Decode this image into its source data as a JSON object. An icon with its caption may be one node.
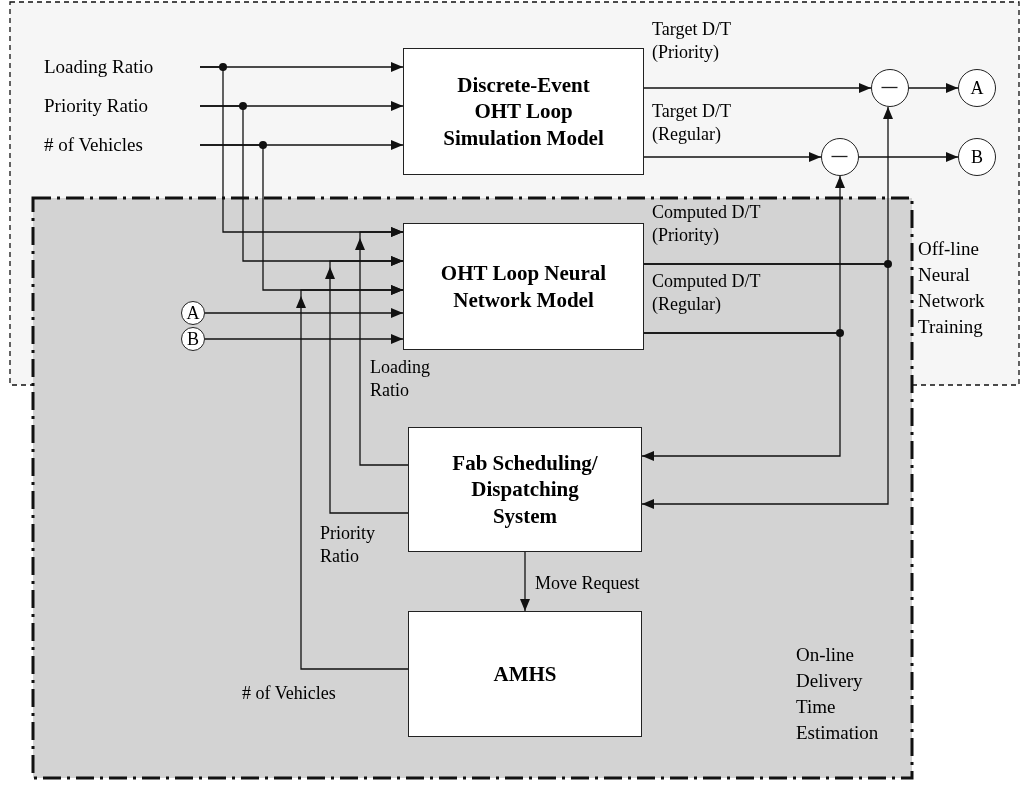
{
  "diagram": {
    "nodes": [
      {
        "text": [
          "Off-line Neural Network Training"
        ]
      },
      {
        "text": [
          "On-line Delivery Time Estimation"
        ]
      },
      {
        "text": [
          "Loading Ratio"
        ],
        "in": 0
      },
      {
        "text": [
          "Priority Ratio"
        ],
        "in": 0
      },
      {
        "text": [
          "# of Vehicles"
        ],
        "in": 0
      },
      {
        "text": [
          "Discrete-Event OHT Loop Simulation Model"
        ],
        "in": 0
      },
      {
        "text": [
          "OHT Loop Neural Network Model"
        ]
      },
      {
        "text": [],
        "shape": "circle",
        "in": 0
      },
      {
        "text": [],
        "shape": "circle",
        "in": 0
      },
      {
        "text": [
          "A"
        ],
        "in": 0
      },
      {
        "text": [
          "B"
        ],
        "in": 0
      },
      {
        "text": [
          "A"
        ]
      },
      {
        "text": [
          "B"
        ]
      },
      {
        "text": [
          "Fab Scheduling/ Dispatching System"
        ],
        "in": 1
      },
      {
        "text": [
          "AMHS"
        ],
        "in": 1
      }
    ],
    "edges": [
      {
        "from": 2,
        "to": 5,
        "arrow": "to"
      },
      {
        "from": 2,
        "to": 6,
        "arrow": "to"
      },
      {
        "from": 3,
        "to": 5,
        "arrow": "to"
      },
      {
        "from": 3,
        "to": 6,
        "arrow": "to"
      },
      {
        "from": 4,
        "to": 5,
        "arrow": "to"
      },
      {
        "from": 4,
        "to": 6,
        "arrow": "to"
      },
      {
        "from": 11,
        "to": 6,
        "arrow": "to"
      },
      {
        "from": 12,
        "to": 6,
        "arrow": "to"
      },
      {
        "from": 5,
        "to": 7,
        "arrow": "to",
        "label": "Target D/T (Priority)"
      },
      {
        "from": 5,
        "to": 8,
        "arrow": "to",
        "label": "Target D/T (Regular)"
      },
      {
        "from": 7,
        "to": 9,
        "arrow": "to"
      },
      {
        "from": 8,
        "to": 10,
        "arrow": "to"
      },
      {
        "from": 6,
        "to": 7,
        "arrow": "to",
        "label": "Computed D/T (Priority)"
      },
      {
        "from": 6,
        "to": 8,
        "arrow": "to",
        "label": "Computed D/T (Regular)"
      },
      {
        "from": 6,
        "to": 13,
        "arrow": "to"
      },
      {
        "from": 6,
        "to": 13,
        "arrow": "to"
      },
      {
        "from": 13,
        "to": 6,
        "arrow": "to",
        "label": "Loading Ratio"
      },
      {
        "from": 13,
        "to": 6,
        "arrow": "to",
        "label": "Priority Ratio"
      },
      {
        "from": 14,
        "to": 6,
        "arrow": "to",
        "label": "# of Vehicles"
      },
      {
        "from": 13,
        "to": 14,
        "arrow": "to",
        "label": "Move Request"
      }
    ]
  }
}
